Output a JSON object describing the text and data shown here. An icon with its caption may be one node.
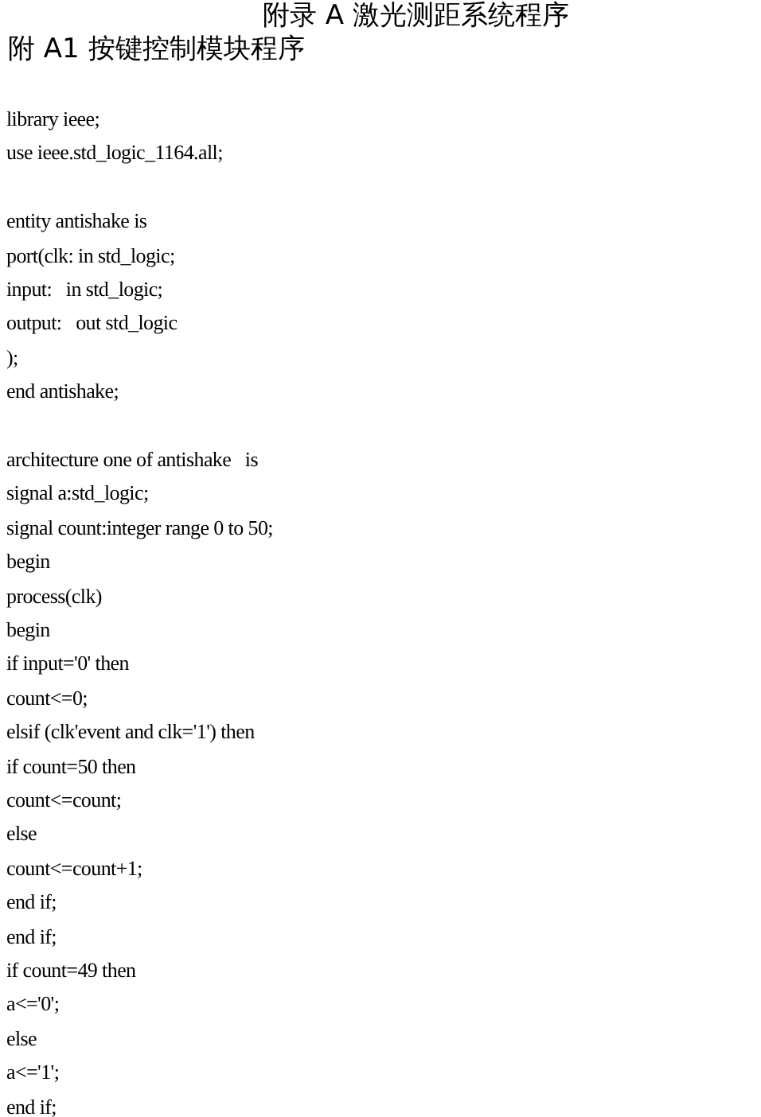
{
  "diagram": {
    "title": "附录 A 激光测距系统程序",
    "labels": [
      "附 A1 按键控制模块程序",
      "library ieee;",
      "use ieee.std_logic_1164.all;",
      "entity antishake is",
      "port(clk: in std_logic;",
      "input:   in std_logic;",
      "output:   out std_logic",
      ");",
      "end antishake;",
      "architecture one of antishake   is",
      "signal a:std_logic;",
      "signal count:integer range 0 to 50;",
      "begin",
      "process(clk)",
      "begin",
      "if input='0' then",
      "count<=0;",
      "elsif (clk'event and clk='1') then",
      "if count=50 then",
      "count<=count;",
      "else",
      "count<=count+1;",
      "end if;",
      "end if;",
      "if count=49 then",
      "a<='0';",
      "else",
      "a<='1';",
      "end if;"
    ]
  }
}
